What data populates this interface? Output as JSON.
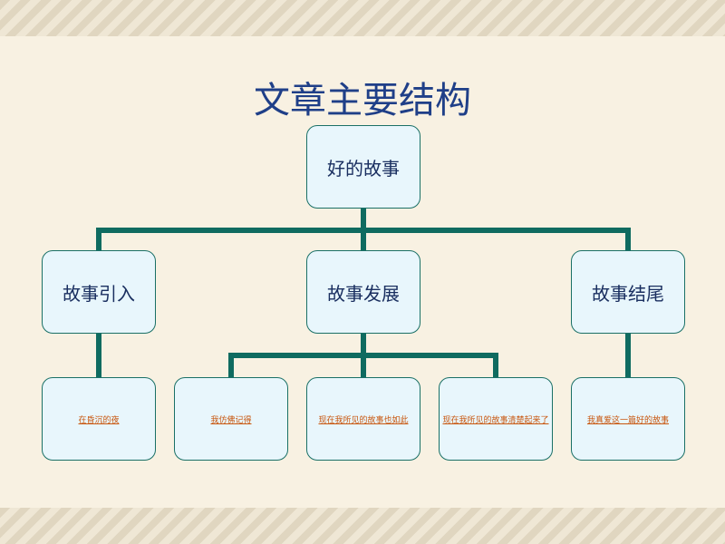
{
  "title": "文章主要结构",
  "root": "好的故事",
  "level1": [
    "故事引入",
    "故事发展",
    "故事结尾"
  ],
  "level2": [
    "在昏沉的夜",
    "我仿佛记得",
    "现在我所见的故事也如此",
    "现在我所见的故事清楚起来了",
    "我真爱这一篇好的故事"
  ]
}
